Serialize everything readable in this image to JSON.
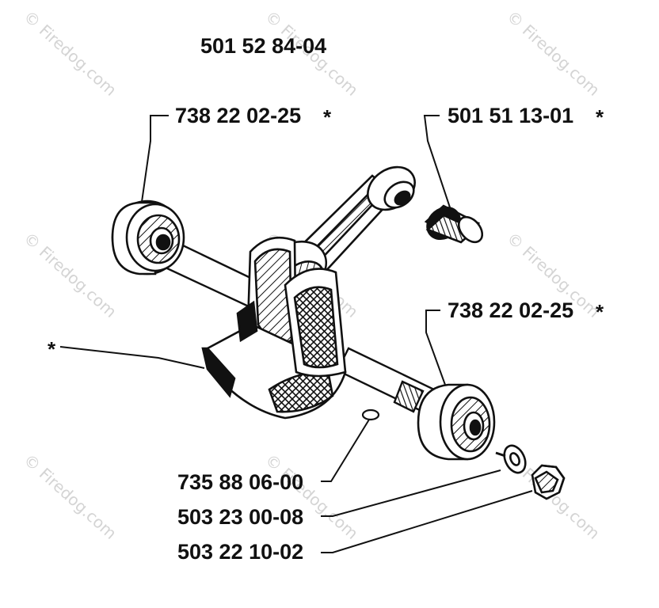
{
  "diagram": {
    "assembly_number": "501 52 84-04",
    "callouts": [
      {
        "id": "bearing-left",
        "part_number": "738 22 02-25",
        "marker": "*"
      },
      {
        "id": "needle-bearing",
        "part_number": "501 51 13-01",
        "marker": "*"
      },
      {
        "id": "bearing-right",
        "part_number": "738 22 02-25",
        "marker": "*"
      },
      {
        "id": "key",
        "part_number": "735 88 06-00"
      },
      {
        "id": "washer",
        "part_number": "503 23 00-08"
      },
      {
        "id": "nut",
        "part_number": "503 22 10-02"
      }
    ],
    "crank_marker": "*"
  },
  "watermark": {
    "text": "© Firedog.com",
    "color": "#d4d4d4"
  },
  "colors": {
    "ink": "#111111",
    "background": "#ffffff"
  }
}
